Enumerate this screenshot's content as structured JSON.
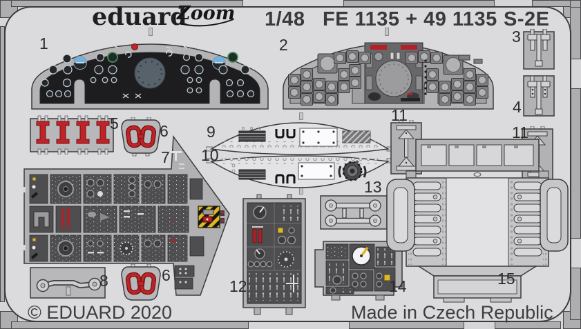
{
  "header": {
    "brand": "eduard",
    "series_logo": "Zoom",
    "scale": "1/48",
    "product_code": "FE 1135 + 49 1135",
    "subject": "S-2E"
  },
  "footer": {
    "copyright": "© EDUARD 2020",
    "made_in": "Made in Czech Republic"
  },
  "part_labels": {
    "p1": "1",
    "p2": "2",
    "p3": "3",
    "p4": "4",
    "p5": "5",
    "p6_top": "6",
    "p6_bottom": "6",
    "p7": "7",
    "p8": "8",
    "p9": "9",
    "p10": "10",
    "p11_left": "11",
    "p11_right": "11",
    "p12": "12",
    "p13": "13",
    "p14": "14",
    "p15": "15"
  },
  "colors": {
    "plate_gray": "#dbdbdd",
    "tab_gray": "#aeaeb0",
    "fret_frame_gray": "#b4b4b6",
    "panel_black": "#1d1d1f",
    "panel_gray": "#a0a0a2",
    "console_dark": "#4e4e51",
    "accent_red": "#bf2328",
    "hazard_yellow": "#e0b71e",
    "horizon_blue": "#6fb3e0",
    "radar_slate": "#57626b",
    "text_dark": "#2b2b2b"
  }
}
